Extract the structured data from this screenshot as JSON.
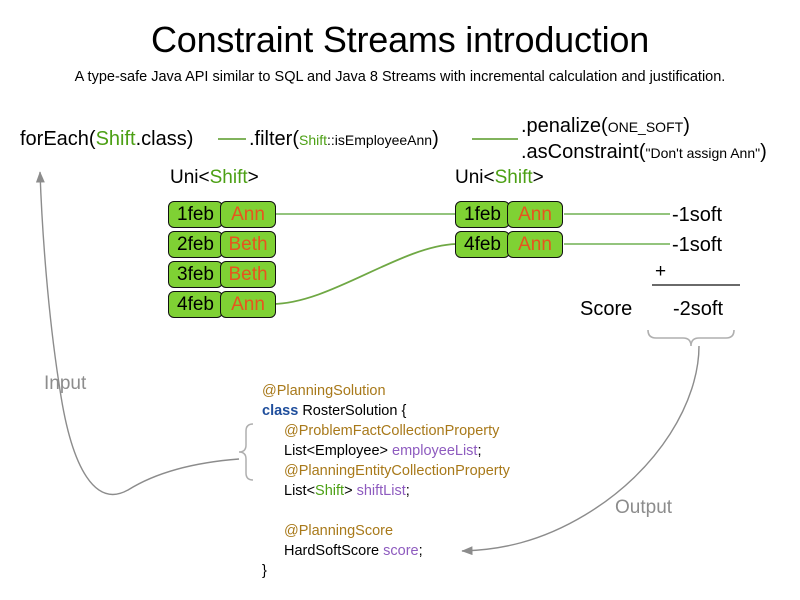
{
  "header": {
    "title": "Constraint Streams introduction",
    "subtitle": "A type-safe Java API similar to SQL and Java 8 Streams with incremental calculation and justification."
  },
  "pipeline": {
    "stages": [
      {
        "name": "foreach",
        "prefix": "forEach(",
        "type": "Shift",
        "suffix": ".class)"
      },
      {
        "name": "filter",
        "prefix": ".filter(",
        "type": "Shift",
        "arg": "::isEmployeeAnn",
        "suffix": ")"
      },
      {
        "name": "penalize",
        "prefix": ".penalize(",
        "arg": "ONE_SOFT",
        "suffix": ")"
      },
      {
        "name": "asconstraint",
        "prefix": ".asConstraint(",
        "arg": "\"Don't assign Ann\"",
        "suffix": ")"
      }
    ]
  },
  "streams": {
    "left": {
      "label_prefix": "Uni<",
      "label_type": "Shift",
      "label_suffix": ">",
      "rows": [
        {
          "date": "1feb",
          "employee": "Ann"
        },
        {
          "date": "2feb",
          "employee": "Beth"
        },
        {
          "date": "3feb",
          "employee": "Beth"
        },
        {
          "date": "4feb",
          "employee": "Ann"
        }
      ]
    },
    "right": {
      "label_prefix": "Uni<",
      "label_type": "Shift",
      "label_suffix": ">",
      "rows": [
        {
          "date": "1feb",
          "employee": "Ann"
        },
        {
          "date": "4feb",
          "employee": "Ann"
        }
      ]
    }
  },
  "score": {
    "impacts": [
      "-1soft",
      "-1soft"
    ],
    "operator": "+",
    "label": "Score",
    "total": "-2soft"
  },
  "code": {
    "lines": [
      {
        "indent": 1,
        "segments": [
          {
            "text": "@PlanningSolution",
            "style": "ann"
          }
        ]
      },
      {
        "indent": 1,
        "segments": [
          {
            "text": "class ",
            "style": "kw"
          },
          {
            "text": "RosterSolution {",
            "style": "ty"
          }
        ]
      },
      {
        "indent": 2,
        "segments": [
          {
            "text": "@ProblemFactCollectionProperty",
            "style": "ann"
          }
        ]
      },
      {
        "indent": 2,
        "segments": [
          {
            "text": "List<Employee> ",
            "style": "ty"
          },
          {
            "text": "employeeList",
            "style": "fld"
          },
          {
            "text": ";",
            "style": "ty"
          }
        ]
      },
      {
        "indent": 2,
        "segments": [
          {
            "text": "@PlanningEntityCollectionProperty",
            "style": "ann"
          }
        ]
      },
      {
        "indent": 2,
        "segments": [
          {
            "text": "List<",
            "style": "ty"
          },
          {
            "text": "Shift",
            "style": "gs"
          },
          {
            "text": "> ",
            "style": "ty"
          },
          {
            "text": "shiftList",
            "style": "fld"
          },
          {
            "text": ";",
            "style": "ty"
          }
        ]
      },
      {
        "indent": 1,
        "segments": [
          {
            "text": "",
            "style": "ty"
          }
        ]
      },
      {
        "indent": 2,
        "segments": [
          {
            "text": "@PlanningScore",
            "style": "ann"
          }
        ]
      },
      {
        "indent": 2,
        "segments": [
          {
            "text": "HardSoftScore ",
            "style": "ty"
          },
          {
            "text": "score",
            "style": "fld"
          },
          {
            "text": ";",
            "style": "ty"
          }
        ]
      },
      {
        "indent": 1,
        "segments": [
          {
            "text": "}",
            "style": "ty"
          }
        ]
      }
    ]
  },
  "flow": {
    "input_label": "Input",
    "output_label": "Output"
  },
  "colors": {
    "box_fill": "#7FD134",
    "box_border": "#111111",
    "employee_text": "#E8541E",
    "type_green": "#4CA014",
    "connector_green": "#93C47D",
    "annotation": "#A8791A",
    "keyword": "#1F4E9C",
    "field": "#8E5BBF",
    "flow_gray": "#8C8C8C"
  }
}
